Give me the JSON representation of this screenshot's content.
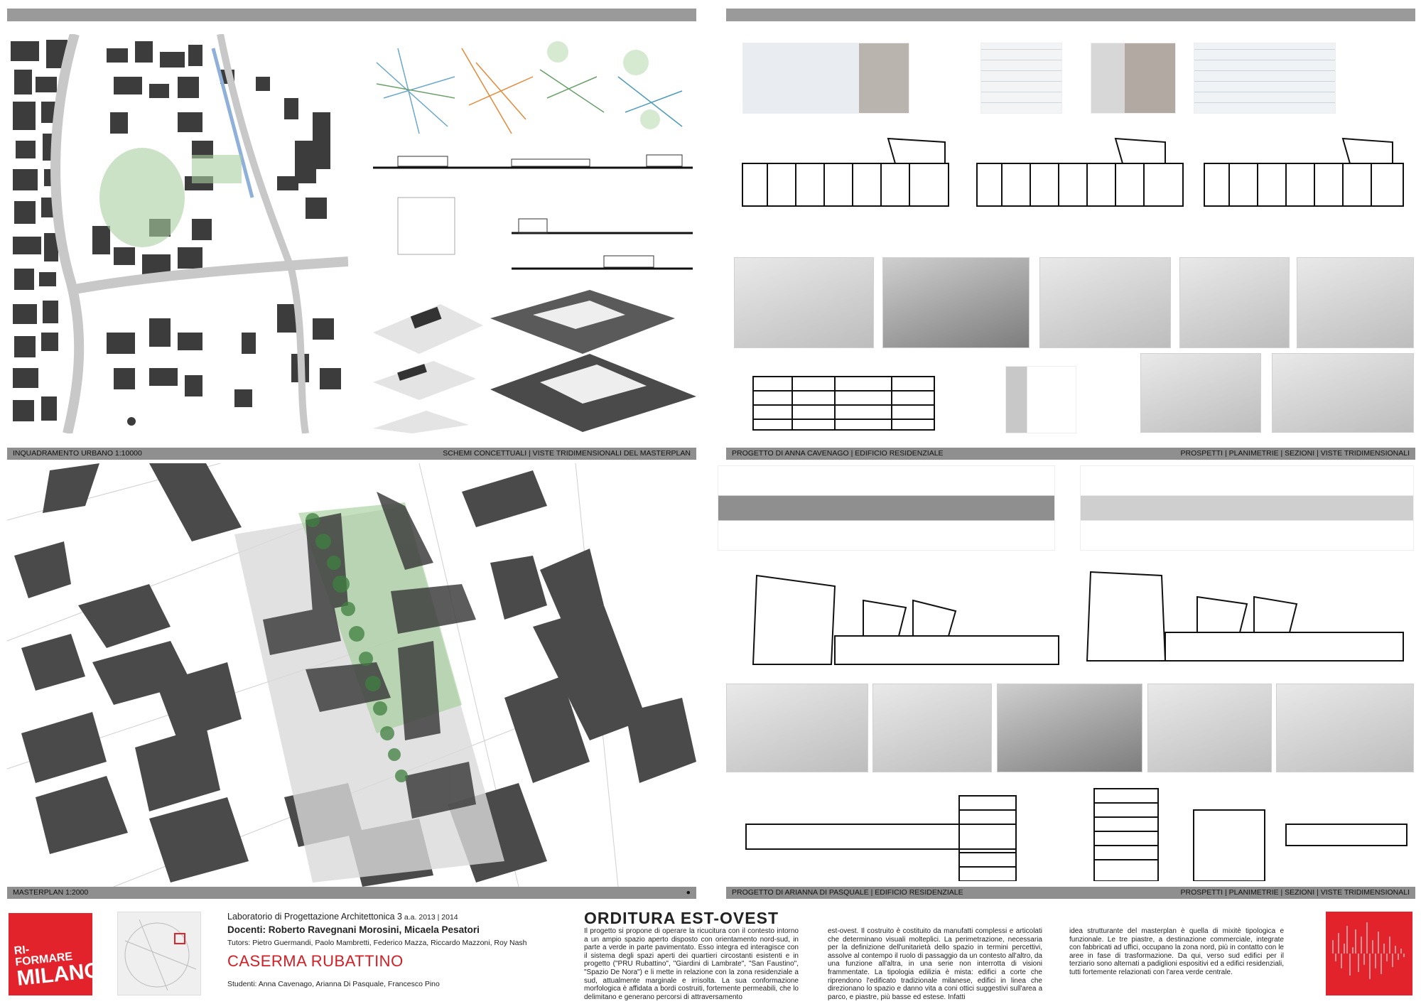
{
  "left_board": {
    "caption_top_left": "INQUADRAMENTO URBANO 1:10000",
    "caption_top_right": "SCHEMI CONCETTUALI | VISTE TRIDIMENSIONALI DEL MASTERPLAN",
    "caption_bottom_left": "MASTERPLAN 1:2000"
  },
  "right_board": {
    "caption_1_left": "PROGETTO DI ANNA CAVENAGO | EDIFICIO RESIDENZIALE",
    "caption_1_right": "PROSPETTI | PLANIMETRIE | SEZIONI | VISTE TRIDIMENSIONALI",
    "caption_2_left": "PROGETTO DI ARIANNA DI PASQUALE | EDIFICIO RESIDENZIALE",
    "caption_2_right": "PROSPETTI | PLANIMETRIE | SEZIONI | VISTE TRIDIMENSIONALI"
  },
  "footer": {
    "logo_line1": "RI-",
    "logo_line2": "FORMARE",
    "logo_line3": "MILANO",
    "course": "Laboratorio di Progettazione Architettonica 3",
    "course_year": " a.a. 2013 | 2014",
    "docenti": "Docenti: Roberto Ravegnani Morosini, Micaela Pesatori",
    "tutors": "Tutors: Pietro Guermandi, Paolo Mambretti, Federico Mazza, Riccardo Mazzoni, Roy Nash",
    "project_title": "CASERMA RUBATTINO",
    "students": "Studenti: Anna Cavenago, Arianna Di Pasquale, Francesco Pino",
    "heading": "ORDITURA EST-OVEST",
    "text_col1": "Il progetto si propone di operare la ricucitura con il contesto intorno a un ampio spazio aperto disposto con orientamento nord-sud, in parte a verde in parte pavimentato. Esso integra ed interagisce con il sistema degli spazi aperti dei quartieri circostanti esistenti e in progetto (\"PRU Rubattino\", \"Giardini di Lambrate\", \"San Faustino\", \"Spazio De Nora\") e li mette in relazione con la zona residenziale a sud, attualmente marginale e irrisolta. La sua conformazione morfologica è affidata a bordi costruiti, fortemente permeabili, che lo delimitano e generano percorsi di attraversamento",
    "text_col2": "est-ovest. Il costruito è costituito da manufatti complessi e articolati che determinano visuali molteplici. La perimetrazione, necessaria per la definizione dell'unitarietà dello spazio in termini percettivi, assolve al contempo il ruolo di passaggio da un contesto all'altro, da una funzione all'altra, in una serie non interrotta di visioni frammentate. La tipologia edilizia è mista: edifici a corte che riprendono l'edificato tradizionale milanese, edifici in linea che direzionano lo spazio e danno vita a coni ottici suggestivi sull'area a parco, e piastre, più basse ed estese. Infatti",
    "text_col3": "idea strutturante del masterplan è quella di mixitè tipologica e funzionale. Le tre piastre, a destinazione commerciale, integrate con fabbricati ad uffici, occupano la zona nord, più in contatto con le aree in fase di trasformazione. Da qui, verso sud edifici per il terziario sono alternati a padiglioni espositivi ed a edifici residenziali, tutti fortemente relazionati con l'area verde centrale."
  },
  "colors": {
    "accent_red": "#e3232b",
    "title_red": "#d21f26",
    "bar_gray": "#9a9a9a",
    "building_gray": "#4a4a4a",
    "green": "#6aa06a"
  }
}
